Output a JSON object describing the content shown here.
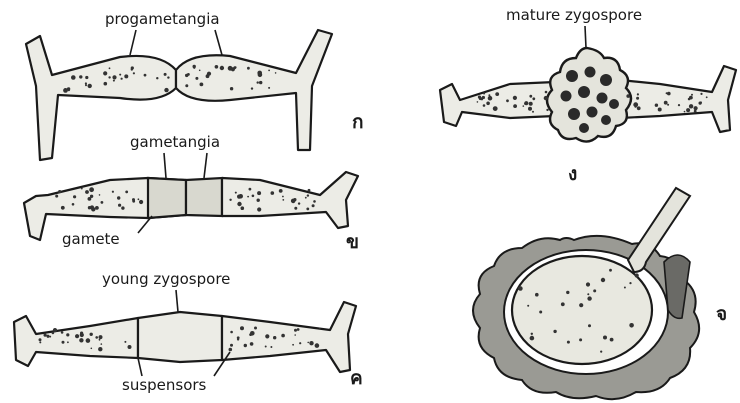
{
  "panels": {
    "a": {
      "label": "progametangia",
      "letter": "ก"
    },
    "b": {
      "label_top": "gametangia",
      "label_bottom": "gamete",
      "letter": "ข"
    },
    "c": {
      "label_top": "young zygospore",
      "label_bottom": "suspensors",
      "letter": "ค"
    },
    "d": {
      "label": "mature zygospore",
      "letter": "ง"
    },
    "e": {
      "letter": "จ"
    }
  },
  "colors": {
    "ink": "#1a1a1a",
    "cytoplasm": "#ecece6",
    "wall": "#8a8a86"
  }
}
